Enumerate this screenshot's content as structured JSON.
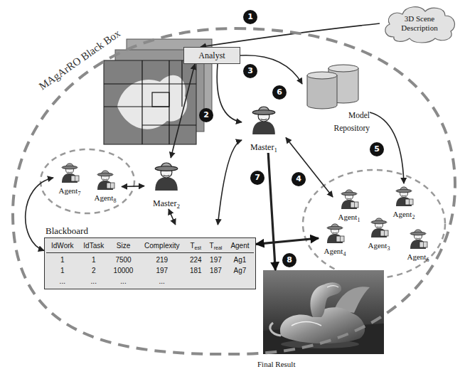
{
  "diagram": {
    "nodes": [
      {
        "text": [
          "MAgArRO Black Box"
        ]
      },
      {
        "text": [
          "3D Scene Description"
        ]
      },
      {
        "text": [
          "Analyst"
        ],
        "in": 0
      },
      {
        "text": [
          "Model Repository"
        ],
        "in": 0
      },
      {
        "text": [
          "Master",
          "1"
        ],
        "in": 0
      },
      {
        "text": [
          "Master",
          "2"
        ],
        "in": 0
      },
      {
        "text": [
          "Agent",
          "7"
        ],
        "in": 0
      },
      {
        "text": [
          "Agent",
          "8"
        ],
        "in": 0
      },
      {
        "text": [
          "Agent",
          "1"
        ],
        "in": 0
      },
      {
        "text": [
          "Agent",
          "2"
        ],
        "in": 0
      },
      {
        "text": [
          "Agent",
          "3"
        ],
        "in": 0
      },
      {
        "text": [
          "Agent",
          "4"
        ],
        "in": 0
      },
      {
        "text": [
          "Agent",
          "6"
        ],
        "in": 0
      },
      {
        "text": [
          "Blackboard"
        ],
        "in": 0
      },
      {
        "text": [
          "Final Result"
        ],
        "in": 0
      }
    ],
    "edges": [
      {
        "from": 1,
        "to": 2,
        "arrow": "to"
      },
      {
        "from": 2,
        "to": 4,
        "arrow": "to"
      },
      {
        "from": 2,
        "to": 3,
        "arrow": "to"
      },
      {
        "from": 4,
        "to": 8,
        "arrow": "both"
      },
      {
        "from": 3,
        "to": 9,
        "arrow": "to"
      },
      {
        "from": 4,
        "to": 14,
        "arrow": "to"
      },
      {
        "from": 13,
        "to": 11,
        "arrow": "both"
      },
      {
        "from": 13,
        "to": 4,
        "arrow": "both"
      },
      {
        "from": 13,
        "to": 5,
        "arrow": "both"
      },
      {
        "from": 5,
        "to": 2,
        "arrow": "both"
      },
      {
        "from": 7,
        "to": 5,
        "arrow": "both"
      },
      {
        "from": 6,
        "to": 13,
        "arrow": "both"
      }
    ],
    "labels": [
      "1",
      "2",
      "3",
      "4",
      "5",
      "6",
      "7",
      "8",
      "IdWork",
      "IdTask",
      "Size",
      "Complexity",
      "T",
      "est",
      "T",
      "real",
      "Agent",
      "1",
      "1",
      "7500",
      "219",
      "224",
      "197",
      "Ag1",
      "1",
      "2",
      "10000",
      "197",
      "181",
      "187",
      "Ag7",
      "...",
      "...",
      "...",
      "..."
    ]
  }
}
